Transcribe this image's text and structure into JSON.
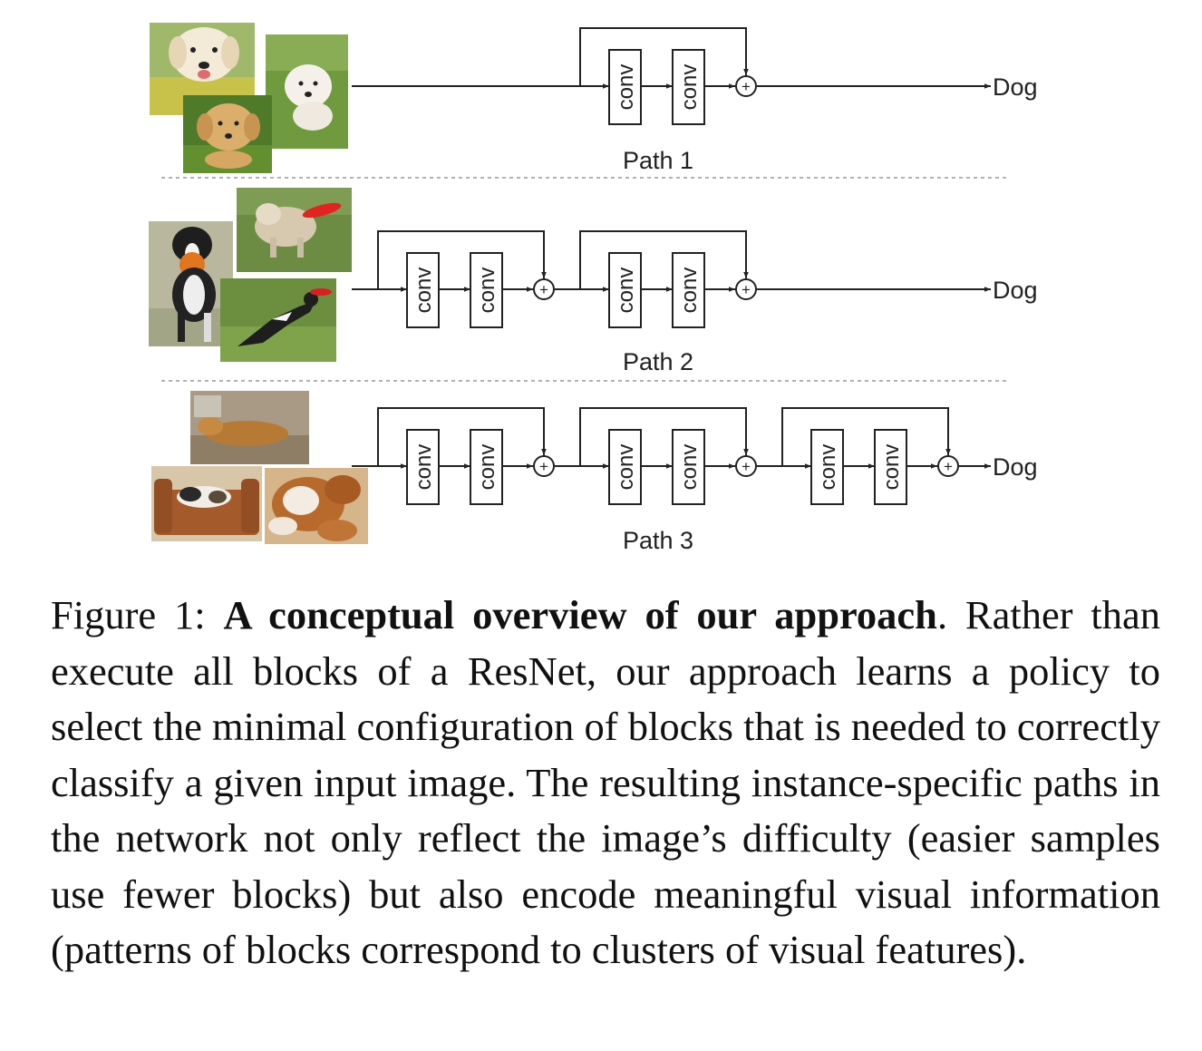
{
  "figure": {
    "block_label": "conv",
    "add_symbol": "+",
    "output_label": "Dog",
    "paths": [
      {
        "label": "Path 1",
        "num_blocks": 1,
        "images": [
          "golden retriever puppy",
          "golden puppy lying in grass",
          "white puppy running"
        ]
      },
      {
        "label": "Path 2",
        "num_blocks": 2,
        "images": [
          "border collie with ball",
          "dog catching red frisbee",
          "border collie leaping for frisbee"
        ]
      },
      {
        "label": "Path 3",
        "num_blocks": 3,
        "images": [
          "dog lying on floor",
          "dog lying on brown couch",
          "brown and white dog curled up"
        ]
      }
    ]
  },
  "caption": {
    "prefix": "Figure 1: ",
    "bold": "A conceptual overview of our approach",
    "rest": ". Rather than execute all blocks of a ResNet, our approach learns a policy to select the minimal configuration of blocks that is needed to correctly classify a given input image. The resulting instance-specific paths in the network not only reflect the image’s difficulty (easier samples use fewer blocks) but also encode meaningful visual information (patterns of blocks correspond to clusters of visual features)."
  }
}
